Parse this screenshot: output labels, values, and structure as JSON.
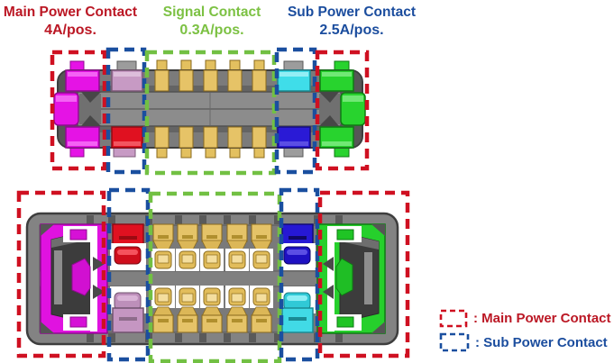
{
  "header": {
    "labels": [
      {
        "title": "Main Power Contact",
        "rating": "4A/pos.",
        "color": "#bb1724"
      },
      {
        "title": "Signal Contact",
        "rating": "0.3A/pos.",
        "color": "#7cc143"
      },
      {
        "title": "Sub Power Contact",
        "rating": "2.5A/pos.",
        "color": "#1b4d9e"
      }
    ]
  },
  "legend": {
    "items": [
      {
        "label": ": Main Power Contact",
        "swatch": "red-dashed-rect",
        "color": "#cf1021"
      },
      {
        "label": ": Sub Power Contact",
        "swatch": "blue-dashed-rect",
        "color": "#1a4f9f"
      }
    ]
  },
  "diagram": {
    "views": [
      "top-connector-mating-face",
      "bottom-connector-mating-face"
    ],
    "regions": {
      "main_power_box_color": "#cf1021",
      "sub_power_box_color": "#1a4f9f",
      "signal_box_color": "#72c043",
      "signal_contacts_per_row": 5,
      "contact_rows": 2
    },
    "contact_colors": {
      "main_power_left_magenta": "#e012e0",
      "main_power_right_green": "#26d02c",
      "sub_power_red": "#e01120",
      "sub_power_mauve": "#c79ac4",
      "sub_power_cyan": "#3fdde9",
      "sub_power_blue": "#2618d4",
      "signal_gold": "#e6c367",
      "housing_gray": "#7b7b7b"
    }
  }
}
